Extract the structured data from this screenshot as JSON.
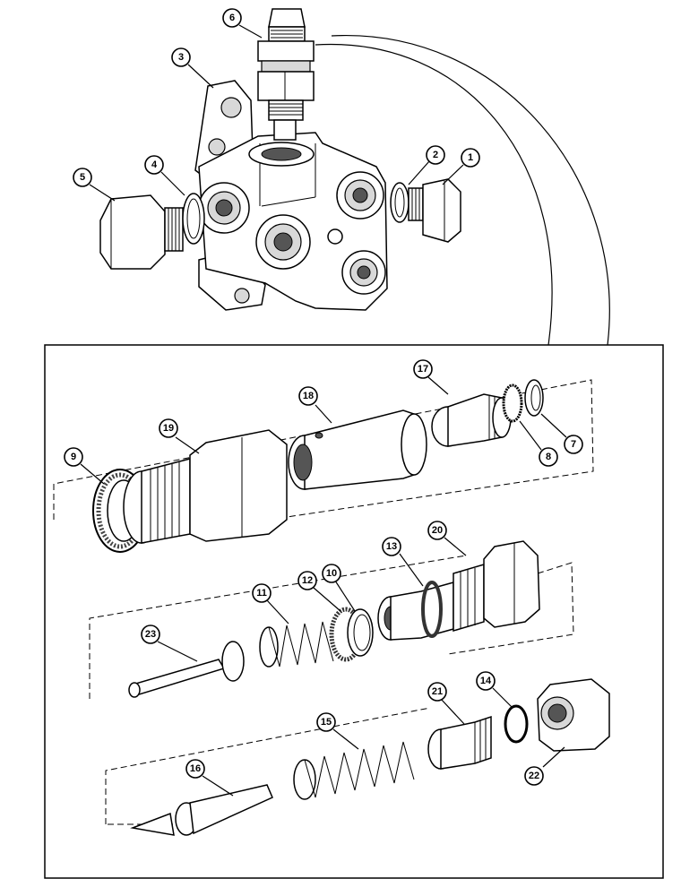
{
  "callouts": [
    {
      "id": "p1",
      "label": "1"
    },
    {
      "id": "p2",
      "label": "2"
    },
    {
      "id": "p3",
      "label": "3"
    },
    {
      "id": "p4",
      "label": "4"
    },
    {
      "id": "p5",
      "label": "5"
    },
    {
      "id": "p6",
      "label": "6"
    },
    {
      "id": "p7",
      "label": "7"
    },
    {
      "id": "p8",
      "label": "8"
    },
    {
      "id": "p9",
      "label": "9"
    },
    {
      "id": "p10",
      "label": "10"
    },
    {
      "id": "p11",
      "label": "11"
    },
    {
      "id": "p12",
      "label": "12"
    },
    {
      "id": "p13",
      "label": "13"
    },
    {
      "id": "p14",
      "label": "14"
    },
    {
      "id": "p15",
      "label": "15"
    },
    {
      "id": "p16",
      "label": "16"
    },
    {
      "id": "p17",
      "label": "17"
    },
    {
      "id": "p18",
      "label": "18"
    },
    {
      "id": "p19",
      "label": "19"
    },
    {
      "id": "p20",
      "label": "20"
    },
    {
      "id": "p21",
      "label": "21"
    },
    {
      "id": "p22",
      "label": "22"
    },
    {
      "id": "p23",
      "label": "23"
    }
  ]
}
